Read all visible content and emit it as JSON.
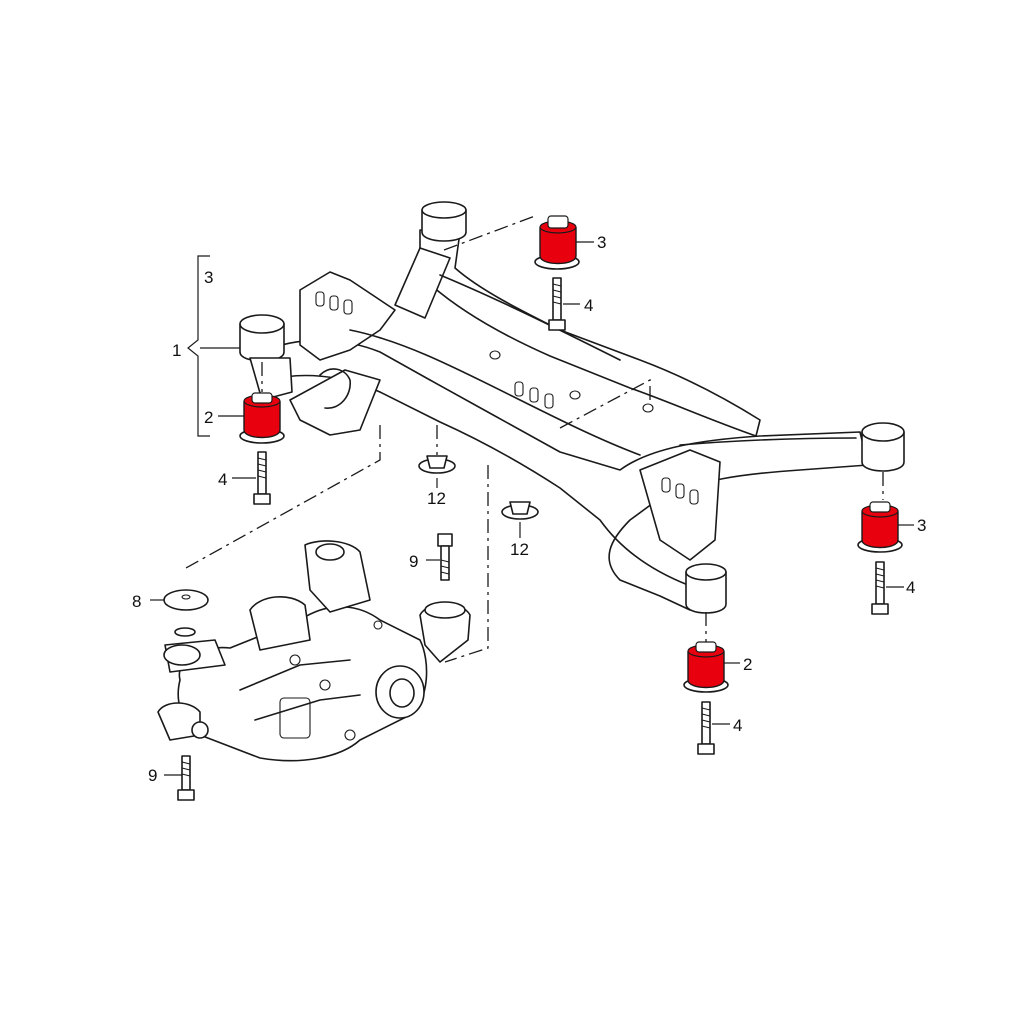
{
  "colors": {
    "bushing_highlight": "#e8000f",
    "line": "#1a1a1a",
    "background": "#ffffff"
  },
  "callouts": {
    "group_1": "1",
    "group_1_top": "3",
    "group_1_bottom": "2",
    "c2_left": "2",
    "c4_left": "4",
    "c3_topright": "3",
    "c4_topright": "4",
    "c3_right": "3",
    "c4_right": "4",
    "c2_bottom": "2",
    "c4_bottom": "4",
    "c8": "8",
    "c9_upper": "9",
    "c9_lower": "9",
    "c12_left": "12",
    "c12_center": "12"
  }
}
